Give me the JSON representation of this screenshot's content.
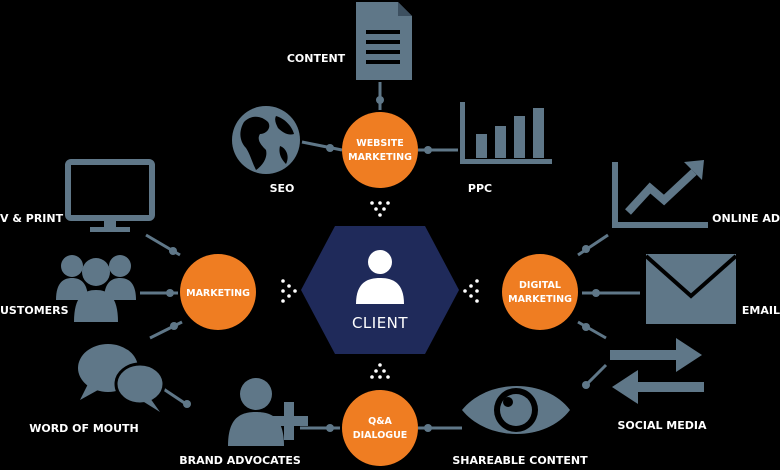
{
  "colors": {
    "icon": "#5f7788",
    "hub": "#ef7d22",
    "client": "#1f2a5a",
    "line": "#5f7788",
    "text": "#ffffff"
  },
  "center": {
    "label": "CLIENT",
    "icon": "user-icon"
  },
  "hubs": {
    "website_marketing": {
      "line1": "WEBSITE",
      "line2": "MARKETING"
    },
    "marketing": {
      "line1": "MARKETING"
    },
    "digital_marketing": {
      "line1": "DIGITAL",
      "line2": "MARKETING"
    },
    "qa_dialogue": {
      "line1": "Q&A",
      "line2": "DIALOGUE"
    }
  },
  "labels": {
    "content": "CONTENT",
    "seo": "SEO",
    "ppc": "PPC",
    "tv_print": "V & PRINT",
    "customers": "USTOMERS",
    "word_of_mouth": "WORD OF MOUTH",
    "online_ad": "ONLINE AD",
    "email": "EMAIL",
    "social_media": "SOCIAL MEDIA",
    "brand_advocates": "BRAND ADVOCATES",
    "shareable_content": "SHAREABLE CONTENT"
  },
  "icons": {
    "content": "document-icon",
    "seo": "globe-icon",
    "ppc": "bar-chart-icon",
    "tv_print": "monitor-icon",
    "customers": "people-group-icon",
    "word_of_mouth": "speech-bubbles-icon",
    "online_ad": "trend-chart-icon",
    "email": "envelope-icon",
    "social_media": "exchange-arrows-icon",
    "brand_advocates": "add-user-icon",
    "shareable_content": "eye-icon"
  }
}
